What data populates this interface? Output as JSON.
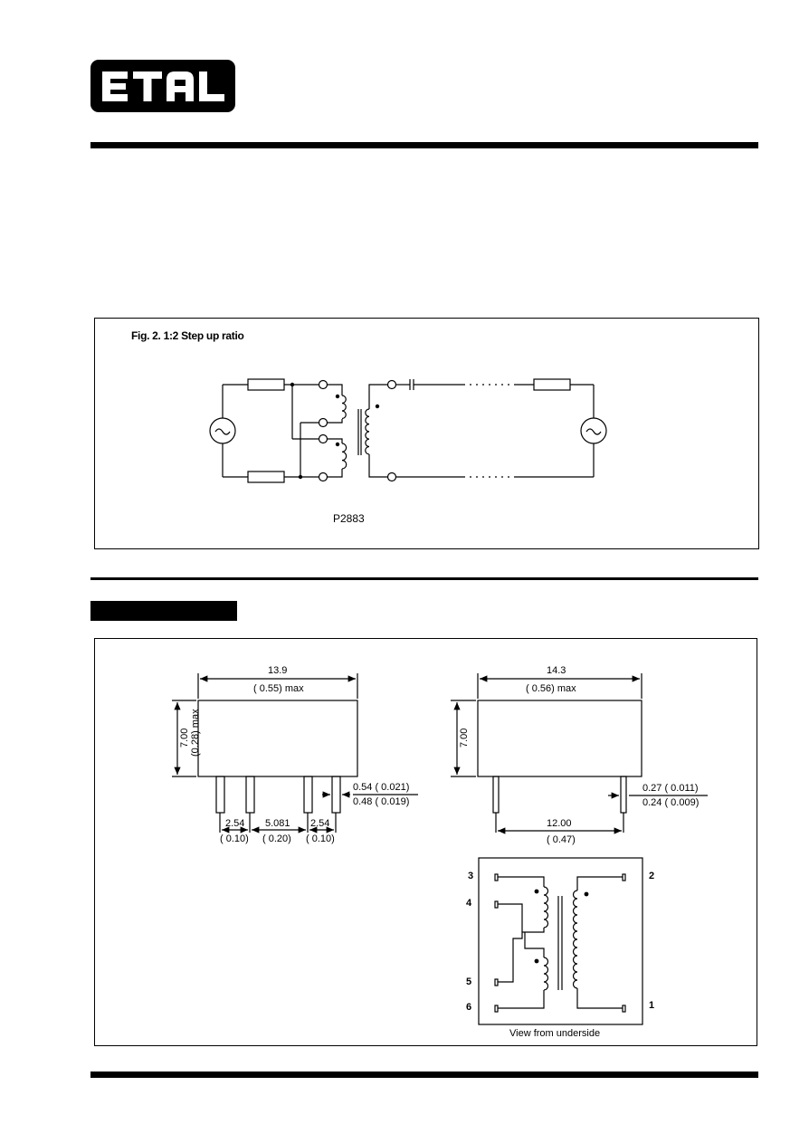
{
  "logo": {
    "text": "ETAL"
  },
  "figure": {
    "title": "Fig. 2. 1:2 Step up ratio",
    "code": "P2883"
  },
  "dims_left": {
    "width": "13.9",
    "width_in": "( 0.55) max",
    "height": "7.00",
    "height_in": "(0.28) max",
    "pin_d1": "0.54 ( 0.021)",
    "pin_d2": "0.48 ( 0.019)",
    "pitch1": "2.54",
    "pitch1_in": "( 0.10)",
    "pitch2": "5.081",
    "pitch2_in": "( 0.20)",
    "pitch3": "2.54",
    "pitch3_in": "( 0.10)"
  },
  "dims_right": {
    "width": "14.3",
    "width_in": "( 0.56) max",
    "height": "7.00",
    "pin_d1": "0.27 ( 0.011)",
    "pin_d2": "0.24 ( 0.009)",
    "span": "12.00",
    "span_in": "( 0.47)"
  },
  "pinout": {
    "pins": [
      "3",
      "4",
      "5",
      "6",
      "2",
      "1"
    ],
    "caption": "View from underside"
  }
}
